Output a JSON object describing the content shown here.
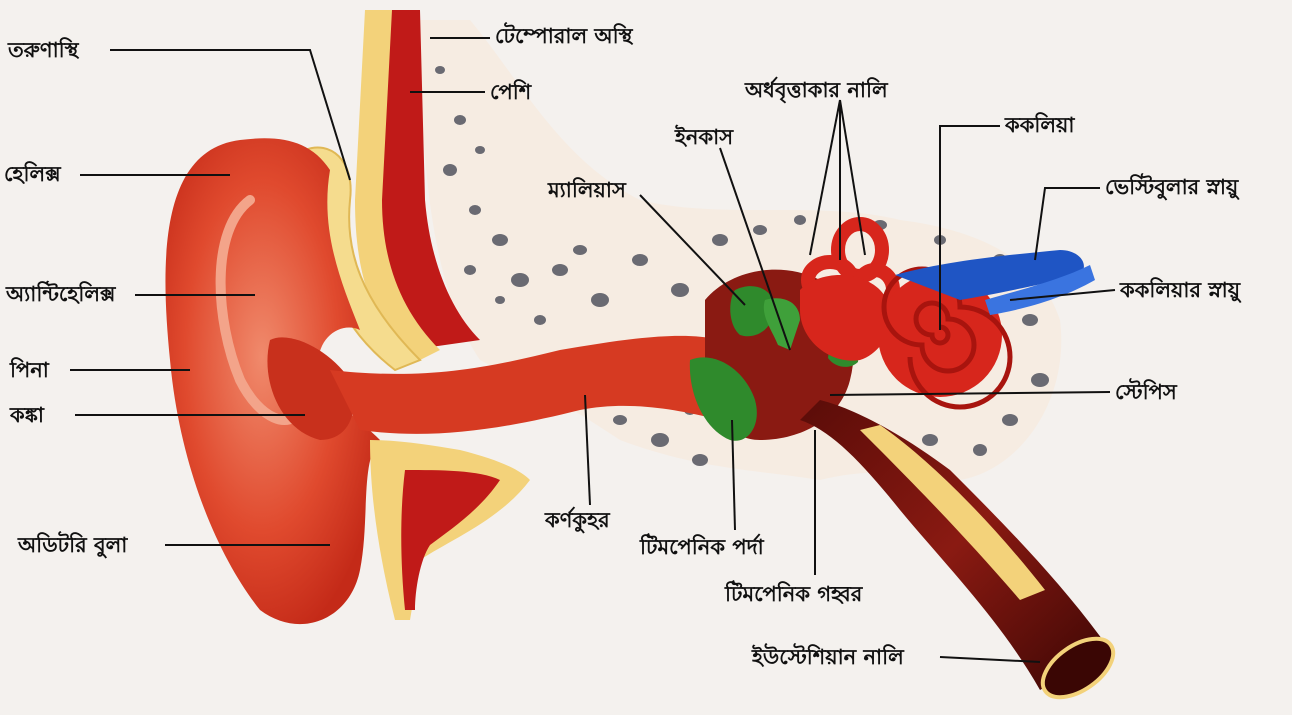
{
  "labels": {
    "temporal_bone": "টেম্পোরাল অস্থি",
    "cartilage": "তরুণাস্থি",
    "muscle": "পেশি",
    "semicircular_canal": "অর্ধবৃত্তাকার নালি",
    "incus": "ইনকাস",
    "cochlea": "ককলিয়া",
    "helix": "হেলিক্স",
    "malleus": "ম্যালিয়াস",
    "vestibular_nerve": "ভেস্টিবুলার স্নায়ু",
    "antihelix": "অ্যান্টিহেলিক্স",
    "cochlear_nerve": "ককলিয়ার স্নায়ু",
    "pinna": "পিনা",
    "stapes": "স্টেপিস",
    "concha": "কঙ্কা",
    "ear_canal": "কর্ণকুহর",
    "tympanic_membrane": "টিমপেনিক পর্দা",
    "tympanic_cavity": "টিমপেনিক গহ্বর",
    "auditory_lobule": "অডিটরি বুলা",
    "eustachian_tube": "ইউস্টেশিয়ান নালি"
  },
  "colors": {
    "flesh": "#d63a22",
    "flesh_light": "#ec6a4e",
    "muscle": "#c01a18",
    "cartilage": "#f3d27a",
    "bone_bg": "#f7efe6",
    "ossicle_green": "#2f8a2c",
    "nerve_blue": "#1f55c4",
    "cavity": "#7a1410"
  }
}
